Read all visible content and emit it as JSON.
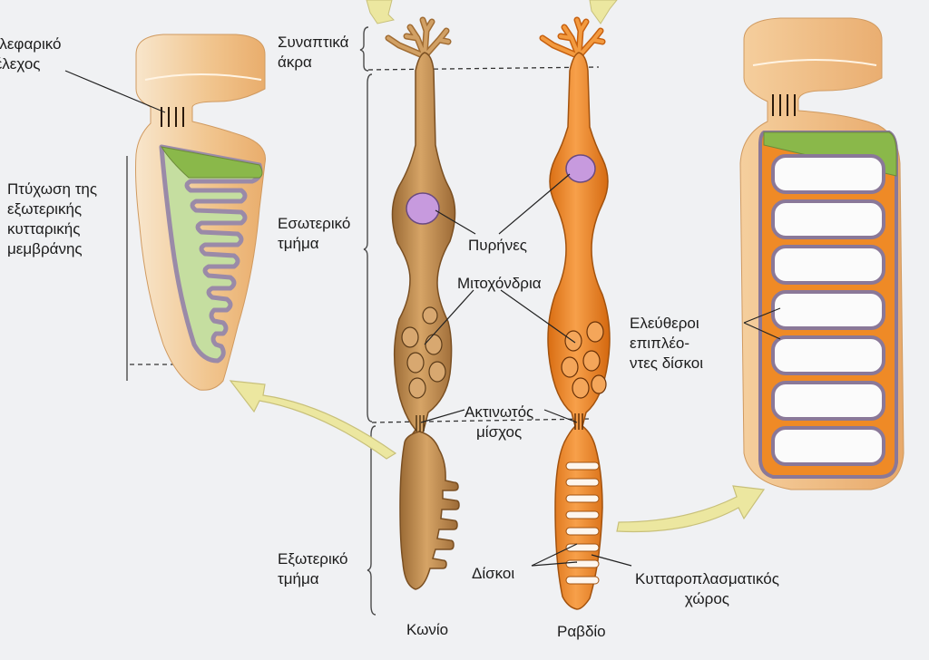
{
  "labels": {
    "blepharic_stalk": "Βλεφαρικό\nτέλεχος",
    "synaptic_terminals": "Συναπτικά\nάκρα",
    "membrane_folding": "Πτύχωση της\nεξωτερικής\nκυτταρικής\nμεμβράνης",
    "inner_segment": "Εσωτερικό\nτμήμα",
    "nuclei": "Πυρήνες",
    "mitochondria": "Μιτοχόνδρια",
    "cilium": "Ακτινωτός\nμίσχος",
    "free_discs": "Ελεύθεροι\nεπιπλέο-\nντες δίσκοι",
    "outer_segment": "Εξωτερικό\nτμήμα",
    "discs": "Δίσκοι",
    "cytoplasmic_space": "Κυτταροπλασματικός\nχώρος",
    "cone": "Κωνίο",
    "rod": "Ραβδίο"
  },
  "colors": {
    "background": "#f0f1f3",
    "cone_fill": "#c99656",
    "cone_stroke": "#8a5c2a",
    "rod_fill": "#ef8a26",
    "rod_stroke": "#b05a12",
    "nucleus": "#c89ae0",
    "membrane": "#9a8aa8",
    "membrane_interior": "#c5dea0",
    "cap_green": "#8ab84a",
    "arrow": "#ece7a0",
    "cone_detail_body": "#f3c894",
    "rod_detail_body": "#ef8a26"
  }
}
